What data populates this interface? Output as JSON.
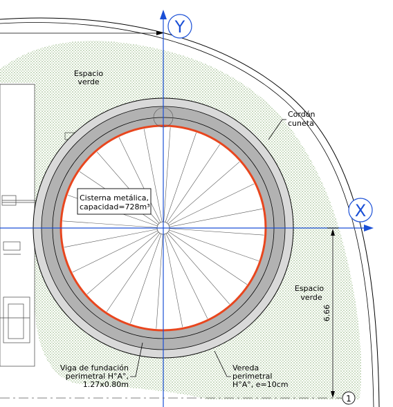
{
  "labels": {
    "axis_y": "Y",
    "axis_x": "X",
    "green_area_top_l1": "Espacio",
    "green_area_top_l2": "verde",
    "green_area_right_l1": "Espacio",
    "green_area_right_l2": "verde",
    "curb_l1": "Cordón",
    "curb_l2": "cuneta",
    "tank_l1": "Cisterna metálica,",
    "tank_l2": "capacidad=728m³",
    "beam_l1": "Viga de fundación",
    "beam_l2": "perimetral H°A°,",
    "beam_l3": "1.27x0.80m",
    "sidewalk_l1": "Vereda",
    "sidewalk_l2": "perimetral",
    "sidewalk_l3": "H°A°, e=10cm",
    "dimension": "6.66",
    "grid_marker": "1"
  },
  "colors": {
    "axis": "#1a4fd6",
    "tank_ring": "#e8461e",
    "beam_ring": "#b2b2b2",
    "sidewalk_ring": "#d9d9d9",
    "green_dots": "#7fa86a"
  }
}
